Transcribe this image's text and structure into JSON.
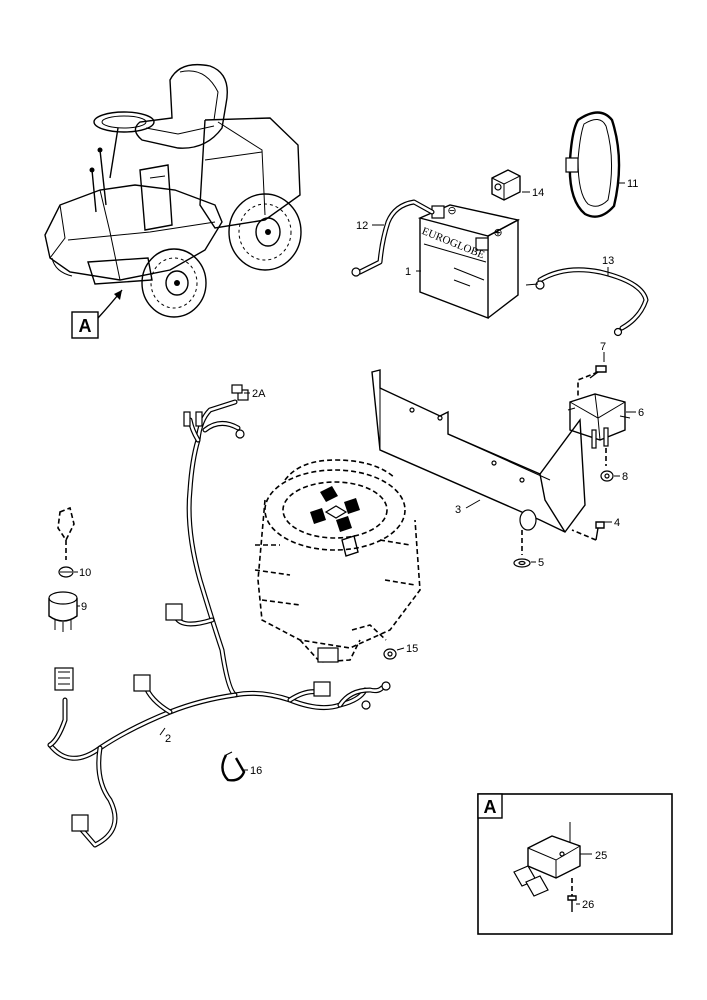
{
  "callouts": {
    "n1": "1",
    "n2": "2",
    "n2a": "2A",
    "n3": "3",
    "n4": "4",
    "n5": "5",
    "n6": "6",
    "n7": "7",
    "n8": "8",
    "n9": "9",
    "n10": "10",
    "n11": "11",
    "n12": "12",
    "n13": "13",
    "n14": "14",
    "n15": "15",
    "n16": "16",
    "n25": "25",
    "n26": "26"
  },
  "view_letter": "A",
  "detail_letter": "A",
  "battery": {
    "brand": "EUROGLOBE",
    "negative": "⊖",
    "positive": "⊕"
  }
}
